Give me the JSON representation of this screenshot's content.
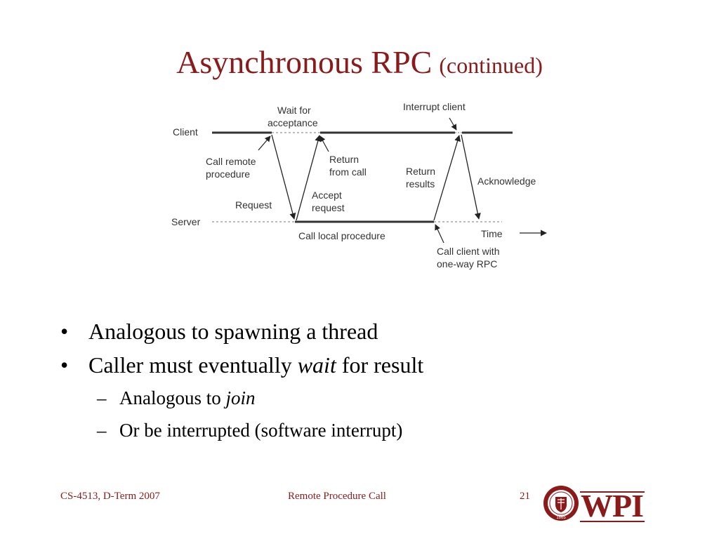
{
  "title": {
    "main": "Asynchronous RPC",
    "sub": "(continued)"
  },
  "diagram": {
    "labels": {
      "client": "Client",
      "server": "Server",
      "wait_for_1": "Wait for",
      "wait_for_2": "acceptance",
      "interrupt_client": "Interrupt client",
      "call_remote_1": "Call remote",
      "call_remote_2": "procedure",
      "return_from_1": "Return",
      "return_from_2": "from call",
      "return_results_1": "Return",
      "return_results_2": "results",
      "acknowledge": "Acknowledge",
      "request": "Request",
      "accept_1": "Accept",
      "accept_2": "request",
      "call_local": "Call local procedure",
      "time": "Time",
      "call_client_1": "Call client with",
      "call_client_2": "one-way RPC"
    }
  },
  "bullets": [
    {
      "text": "Analogous to spawning a thread"
    },
    {
      "before": "Caller must eventually ",
      "em": "wait",
      "after": " for result",
      "subs": [
        {
          "before": "Analogous to ",
          "em": "join"
        },
        {
          "text": "Or be interrupted (software interrupt)"
        }
      ]
    }
  ],
  "footer": {
    "left": "CS-4513, D-Term 2007",
    "center": "Remote Procedure Call",
    "page": "21"
  },
  "logo": {
    "text": "WPI",
    "seal_year": "1865"
  },
  "colors": {
    "accent": "#8b1a1a"
  }
}
